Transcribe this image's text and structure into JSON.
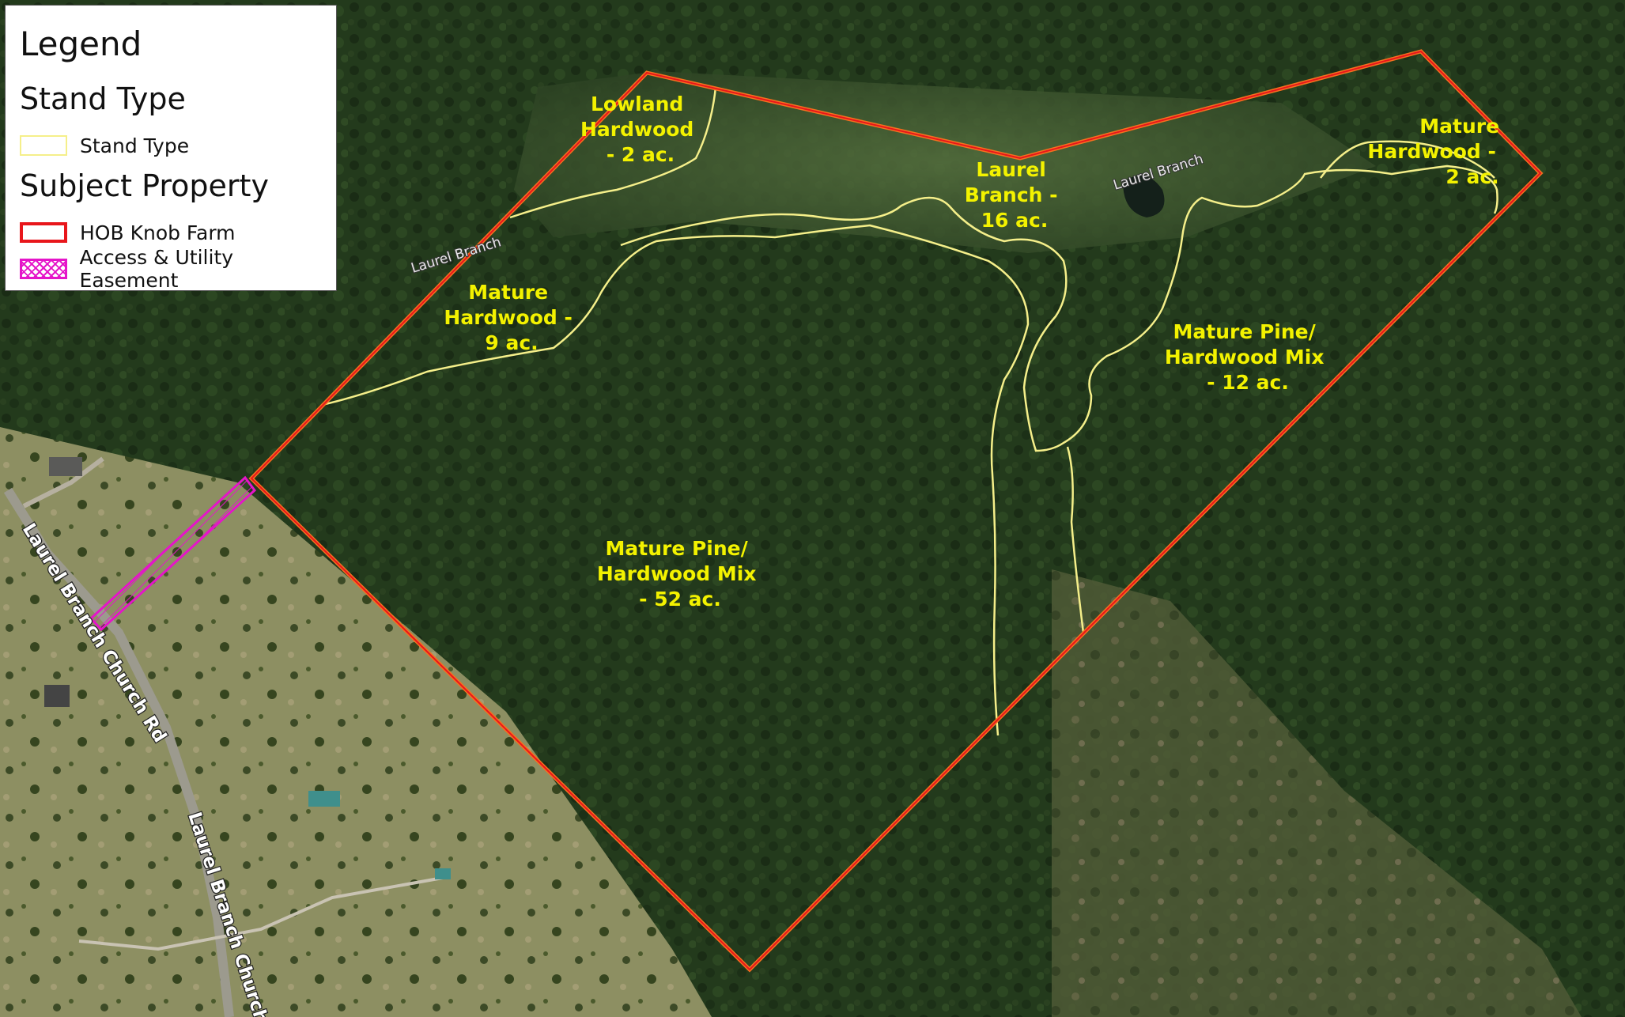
{
  "legend": {
    "title": "Legend",
    "sections": [
      {
        "heading": "Stand Type",
        "items": [
          {
            "label": "Stand Type",
            "swatch": "stand"
          }
        ]
      },
      {
        "heading": "Subject Property",
        "items": [
          {
            "label": "HOB Knob Farm",
            "swatch": "property"
          },
          {
            "label": "Access & Utility Easement",
            "swatch": "easement"
          }
        ]
      }
    ]
  },
  "colors": {
    "stand_boundary": "#f5ef8a",
    "property_boundary": "#e8161b",
    "easement": "#e515c9",
    "stand_label": "#f3f200"
  },
  "stands": [
    {
      "lines": [
        "Lowland",
        "Hardwood",
        "- 2 ac."
      ]
    },
    {
      "lines": [
        "Laurel",
        "Branch -",
        "16 ac."
      ]
    },
    {
      "lines": [
        "Mature",
        "Hardwood -",
        "2 ac."
      ]
    },
    {
      "lines": [
        "Mature",
        "Hardwood -",
        "9 ac."
      ]
    },
    {
      "lines": [
        "Mature Pine/",
        "Hardwood Mix",
        "- 12 ac."
      ]
    },
    {
      "lines": [
        "Mature Pine/",
        "Hardwood Mix",
        "- 52 ac."
      ]
    }
  ],
  "roads": [
    "Laurel Branch Church Rd",
    "Laurel Branch Church"
  ],
  "streams": [
    "Laurel Branch",
    "Laurel Branch"
  ]
}
